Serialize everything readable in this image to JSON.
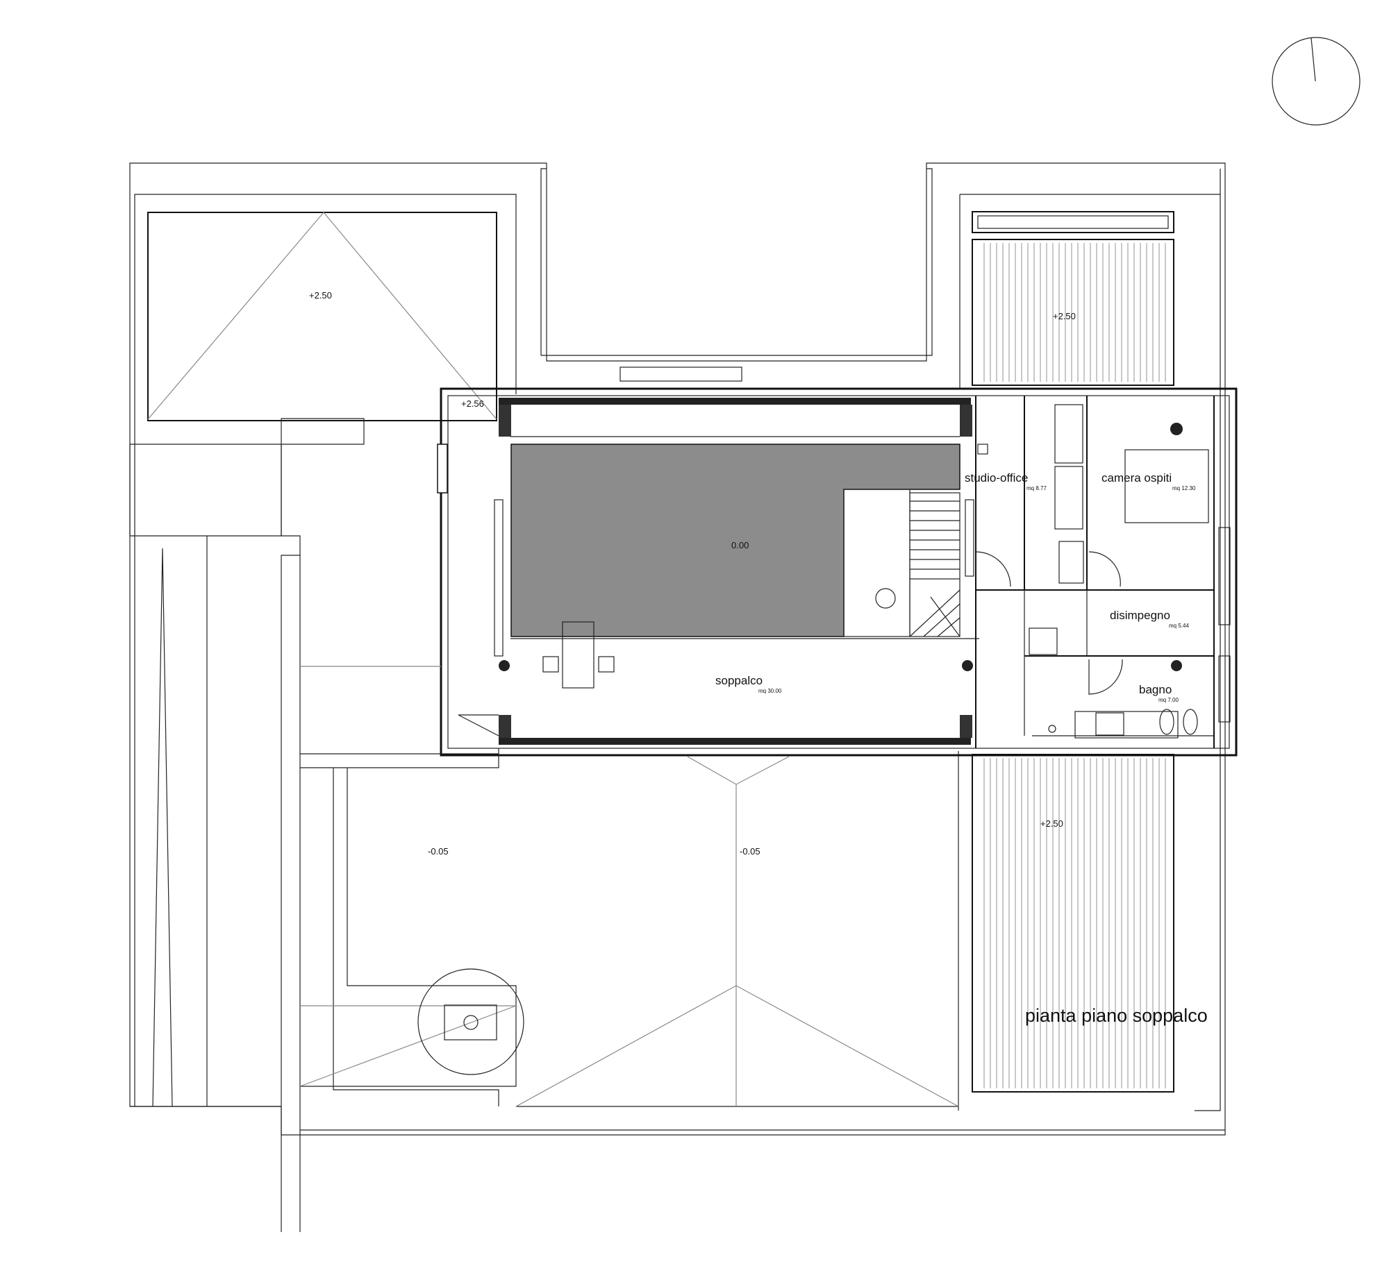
{
  "title": "pianta piano  soppalco",
  "elevations": {
    "roof_top_left": "+2.50",
    "roof_top_right": "+2.50",
    "roof_bottom_right": "+2.50",
    "loft_corner": "+2.56",
    "void": "0.00",
    "terrace_left": "-0.05",
    "terrace_center": "-0.05"
  },
  "rooms": {
    "studio_office": {
      "name": "studio-office",
      "area": "mq 8.77"
    },
    "camera_ospiti": {
      "name": "camera ospiti",
      "area": "mq 12.30"
    },
    "disimpegno": {
      "name": "disimpegno",
      "area": "mq 5.44"
    },
    "bagno": {
      "name": "bagno",
      "area": "mq 7.00"
    },
    "soppalco": {
      "name": "soppalco",
      "area": "mq 30.00"
    }
  },
  "colors": {
    "void_fill": "#8c8c8c",
    "line": "#111111"
  },
  "north_arrow": "north-arrow-icon"
}
